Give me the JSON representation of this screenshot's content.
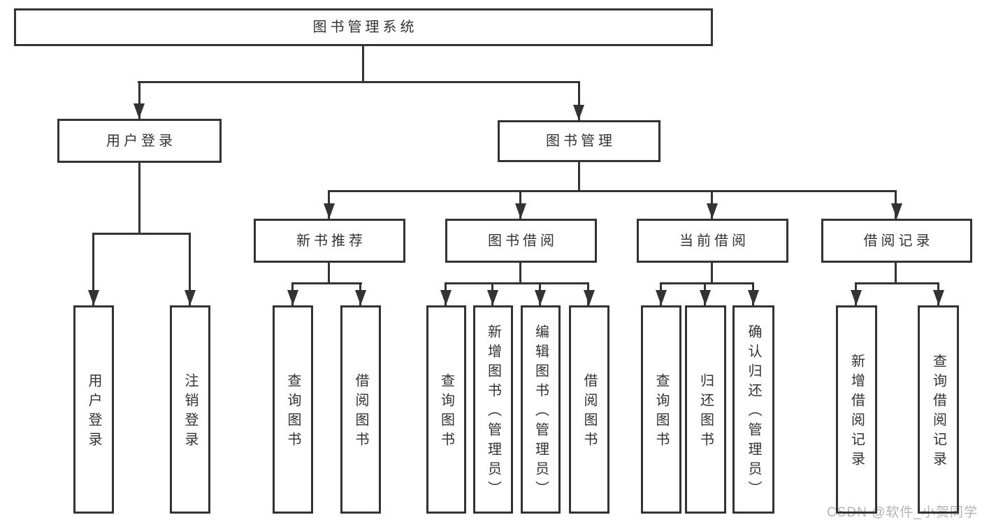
{
  "diagram": {
    "root": "图书管理系统",
    "level1": {
      "user_login": "用户登录",
      "book_mgmt": "图书管理"
    },
    "user_login_children": {
      "login": "用户登录",
      "logout": "注销登录"
    },
    "book_mgmt_children": {
      "new_book": "新书推荐",
      "book_borrow": "图书借阅",
      "current_borrow": "当前借阅",
      "borrow_records": "借阅记录"
    },
    "new_book_children": {
      "query_books": "查询图书",
      "borrow_books": "借阅图书"
    },
    "book_borrow_children": {
      "query_books": "查询图书",
      "add_books_admin": "新增图书（管理员）",
      "edit_books_admin": "编辑图书（管理员）",
      "borrow_books": "借阅图书"
    },
    "current_borrow_children": {
      "query_books": "查询图书",
      "return_books": "归还图书",
      "confirm_return_admin": "确认归还（管理员）"
    },
    "borrow_records_children": {
      "add_borrow_record": "新增借阅记录",
      "query_borrow_record": "查询借阅记录"
    }
  },
  "watermark": "CSDN @软件_小贺同学",
  "colors": {
    "line": "#333333",
    "text": "#333333",
    "box_background": "#ffffff",
    "page_background": "#ffffff",
    "watermark": "#b3b3b3"
  }
}
